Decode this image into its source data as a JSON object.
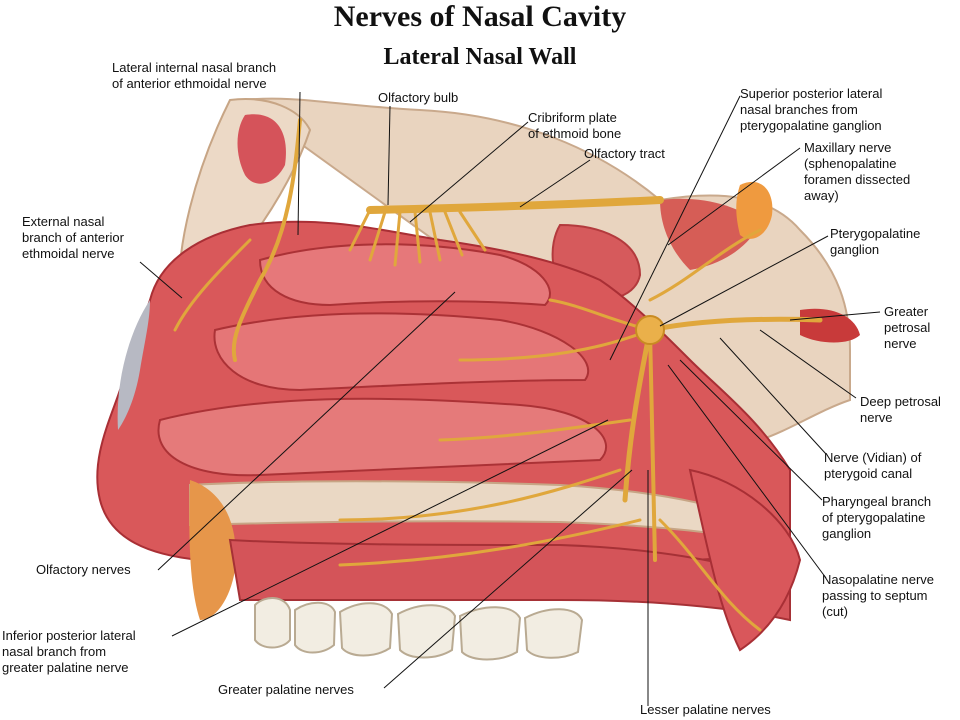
{
  "title": "Nerves of Nasal Cavity",
  "subtitle": "Lateral Nasal Wall",
  "labels": {
    "lateral_internal_nasal": "Lateral internal nasal branch\nof anterior ethmoidal nerve",
    "olfactory_bulb": "Olfactory bulb",
    "cribriform_plate": "Cribriform plate\nof ethmoid bone",
    "olfactory_tract": "Olfactory tract",
    "superior_posterior_lateral": "Superior posterior lateral\nnasal branches from\npterygopalatine ganglion",
    "maxillary_nerve": "Maxillary nerve\n(sphenopalatine\nforamen dissected\naway)",
    "pterygopalatine_ganglion": "Pterygopalatine\nganglion",
    "external_nasal": "External nasal\nbranch of anterior\nethmoidal nerve",
    "greater_petrosal": "Greater\npetrosal\nnerve",
    "deep_petrosal": "Deep petrosal\nnerve",
    "vidian": "Nerve (Vidian) of\npterygoid canal",
    "pharyngeal_branch": "Pharyngeal branch\nof pterygopalatine\nganglion",
    "olfactory_nerves": "Olfactory nerves",
    "nasopalatine": "Nasopalatine nerve\npassing to septum\n(cut)",
    "inferior_posterior_lateral": "Inferior posterior lateral\nnasal branch from\ngreater palatine nerve",
    "greater_palatine": "Greater palatine nerves",
    "lesser_palatine": "Lesser palatine nerves"
  },
  "colors": {
    "mucosa": "#d9585a",
    "mucosa_dark": "#b8363c",
    "mucosa_light": "#ec8a86",
    "bone": "#ead8c4",
    "bone_dark": "#c9a98c",
    "nerve": "#e0a73c",
    "teeth": "#f2ede2",
    "leader": "#111111"
  }
}
